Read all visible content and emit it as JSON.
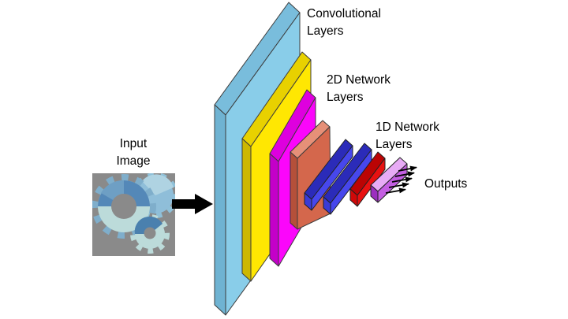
{
  "diagram": {
    "type": "neural-network-architecture",
    "output_arrow_count": 5
  },
  "labels": {
    "input_line1": "Input",
    "input_line2": "Image",
    "conv_line1": "Convolutional",
    "conv_line2": "Layers",
    "net2d_line1": "2D Network",
    "net2d_line2": "Layers",
    "net1d_line1": "1D Network",
    "net1d_line2": "Layers",
    "outputs": "Outputs"
  },
  "layers": [
    {
      "name": "plane-cyan",
      "group": "Convolutional Layers",
      "color": "#89CDE9"
    },
    {
      "name": "plane-yellow",
      "group": "Convolutional Layers",
      "color": "#FFE702"
    },
    {
      "name": "plane-magenta",
      "group": "2D Network Layers",
      "color": "#FB06FB"
    },
    {
      "name": "plane-salmon",
      "group": "2D Network Layers",
      "color": "#D4674C"
    },
    {
      "name": "bar-blue-1",
      "group": "1D Network Layers",
      "color": "#4747EC"
    },
    {
      "name": "bar-blue-2",
      "group": "1D Network Layers",
      "color": "#4747EC"
    },
    {
      "name": "bar-red",
      "group": "1D Network Layers",
      "color": "#E81111"
    },
    {
      "name": "bar-violet",
      "group": "Outputs",
      "color": "#C45FE2"
    }
  ],
  "colors": {
    "background": "#FFFFFF",
    "text": "#000000",
    "arrow": "#000000",
    "input_image_bg": "#8A8A8A",
    "gear_steel_blue": "#5488B8",
    "gear_pale_blue": "#BCDBDA",
    "outline": "#3C3C3C"
  }
}
